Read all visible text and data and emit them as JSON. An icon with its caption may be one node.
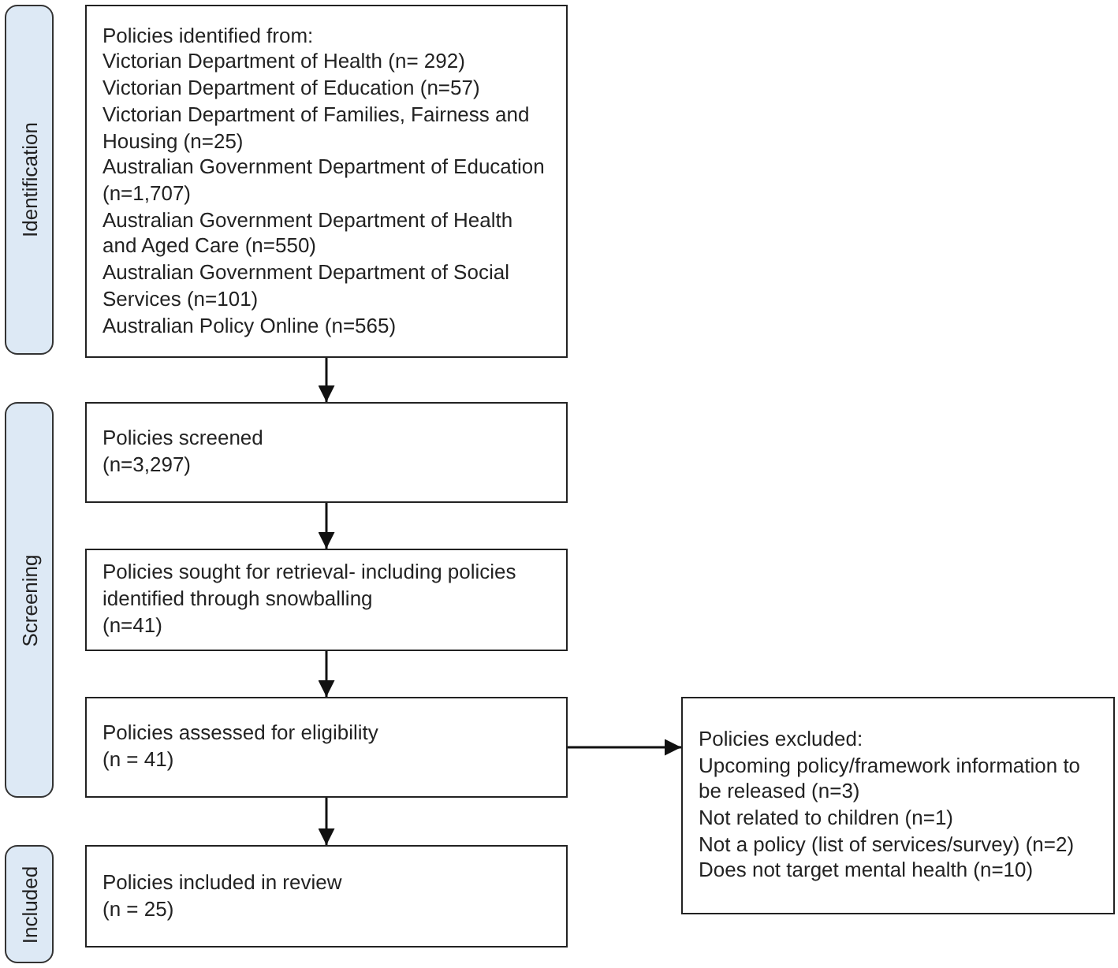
{
  "diagram": {
    "nodes": [
      {
        "text": [
          "Identification"
        ]
      },
      {
        "text": [
          "Policies identified from:",
          "Victorian Department of Health (n= 292)",
          "Victorian Department of Education (n=57)",
          "Victorian Department of Families, Fairness and Housing (n=25)",
          "Australian Government Department of Education (n=1,707)",
          "Australian Government Department of Health and Aged Care (n=550)",
          "Australian Government Department of Social Services (n=101)",
          "Australian Policy Online (n=565)"
        ]
      },
      {
        "text": [
          "Screening"
        ]
      },
      {
        "text": [
          "Policies screened",
          "(n=3,297)"
        ]
      },
      {
        "text": [
          "Policies sought for retrieval- including policies identified through snowballing",
          "(n=41)"
        ]
      },
      {
        "text": [
          "Policies assessed for eligibility",
          "(n = 41)"
        ]
      },
      {
        "text": [
          "Policies excluded:",
          "Upcoming policy/framework information to be released (n=3)",
          "Not related to children (n=1)",
          "Not a policy (list of services/survey) (n=2)",
          "Does not target mental health (n=10)"
        ]
      },
      {
        "text": [
          "Included"
        ]
      },
      {
        "text": [
          "Policies included in review",
          "(n = 25)"
        ]
      }
    ],
    "edges": [
      {
        "from": 1,
        "to": 3,
        "arrow": "to"
      },
      {
        "from": 3,
        "to": 4,
        "arrow": "to"
      },
      {
        "from": 4,
        "to": 5,
        "arrow": "to"
      },
      {
        "from": 5,
        "to": 6,
        "arrow": "to"
      },
      {
        "from": 5,
        "to": 8,
        "arrow": "to"
      }
    ]
  }
}
